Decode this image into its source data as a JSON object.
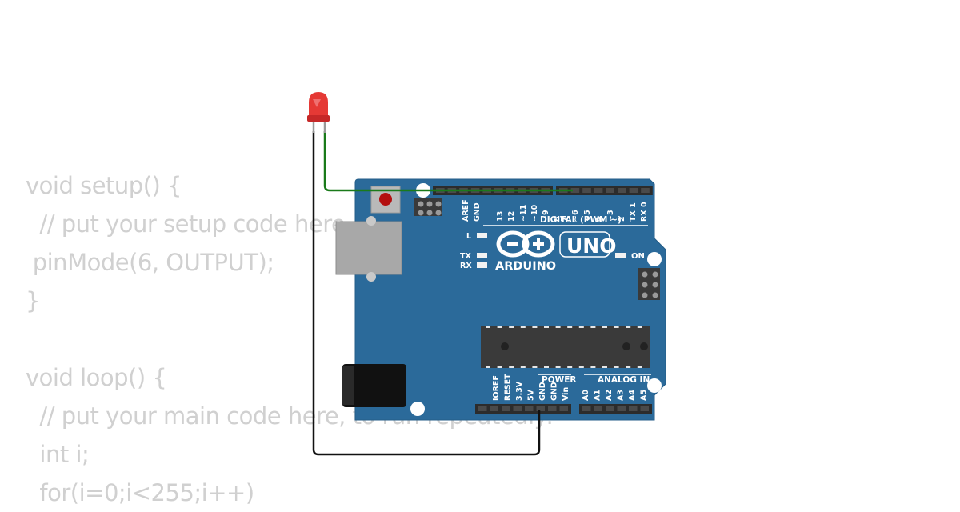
{
  "code_lines": [
    "void setup() {",
    "  // put your setup code here, to run once:",
    " pinMode(6, OUTPUT);",
    "}",
    "",
    "void loop() {",
    "  // put your main code here, to run repeatedly:",
    "  int i;",
    "  for(i=0;i<255;i++)"
  ],
  "board": {
    "model": "UNO",
    "brand": "ARDUINO",
    "digital_header": "DIGITAL (PWM ~)",
    "power_header": "POWER",
    "analog_header": "ANALOG IN",
    "top_pins": [
      "AREF",
      "GND",
      "13",
      "12",
      "~11",
      "~10",
      "~9",
      "8",
      "7",
      "~6",
      "~5",
      "4",
      "~3",
      "2",
      "TX 1",
      "RX 0"
    ],
    "power_pins": [
      "IOREF",
      "RESET",
      "3.3V",
      "5V",
      "GND",
      "GND",
      "Vin"
    ],
    "analog_pins": [
      "A0",
      "A1",
      "A2",
      "A3",
      "A4",
      "A5"
    ],
    "led_labels": {
      "l": "L",
      "tx": "TX",
      "rx": "RX",
      "on": "ON"
    }
  },
  "colors": {
    "board": "#2b6a9a",
    "signal_wire": "#1a7a1a",
    "ground_wire": "#111111",
    "led": "#e53935",
    "code_text": "#d0d0d0"
  }
}
